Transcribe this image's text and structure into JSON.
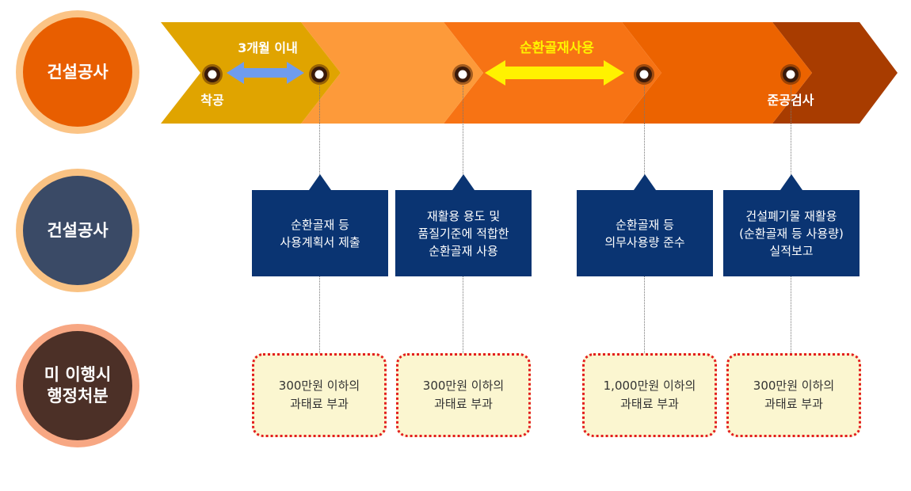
{
  "rows": {
    "row1": "건설공사",
    "row2": "건설공사",
    "row3": "미 이행시\n행정처분"
  },
  "timeline": {
    "start_label": "착공",
    "period_label": "3개월 이내",
    "usage_label": "순환골재사용",
    "end_label": "준공검사"
  },
  "steps": [
    "순환골재 등\n사용계획서 제출",
    "재활용 용도 및\n품질기준에 적합한\n순환골재 사용",
    "순환골재 등\n의무사용량 준수",
    "건설폐기물 재활용\n(순환골재 등 사용량)\n실적보고"
  ],
  "penalties": [
    "300만원 이하의\n과태료 부과",
    "300만원 이하의\n과태료 부과",
    "1,000만원 이하의\n과태료 부과",
    "300만원 이하의\n과태료 부과"
  ],
  "colors": {
    "band_1": "#e0a400",
    "band_2": "#fd9a3a",
    "band_3": "#f77314",
    "band_4": "#ec6300",
    "band_5": "#c24f00",
    "band_6": "#a83c00",
    "period_arrow": "#6f9cee",
    "usage_arrow": "#fff200",
    "usage_text": "#fff200",
    "navy": "#0a3472",
    "penalty_border": "#e31e1e",
    "penalty_fill": "#fbf6d0"
  }
}
